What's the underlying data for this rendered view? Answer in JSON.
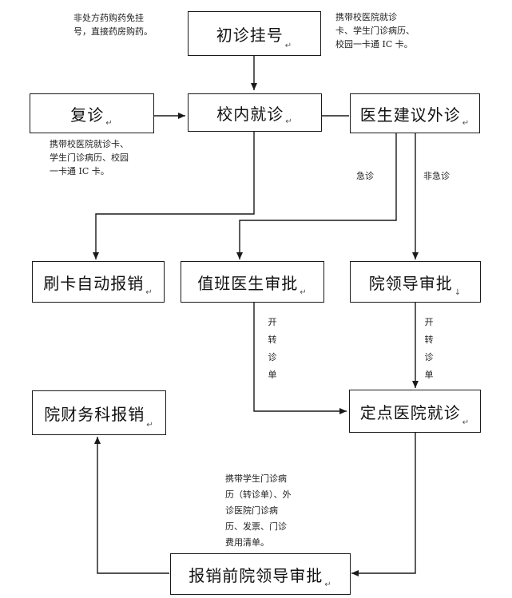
{
  "nodes": {
    "first_visit": "初诊挂号",
    "revisit": "复诊",
    "campus_visit": "校内就诊",
    "doctor_referral": "医生建议外诊",
    "card_reimburse": "刷卡自动报销",
    "duty_doctor_approval": "值班医生审批",
    "leader_approval": "院领导审批",
    "designated_hospital": "定点医院就诊",
    "finance_reimburse": "院财务科报销",
    "pre_reimburse_approval": "报销前院领导审批"
  },
  "notes": {
    "non_prescription": "非处方药购药免挂\n号，直接药房购药。",
    "first_visit_bring": "携带校医院就诊\n卡、学生门诊病历、\n校园一卡通 IC 卡。",
    "revisit_bring": "携带校医院就诊卡、\n学生门诊病历、校园\n一卡通 IC 卡。",
    "emergency": "急诊",
    "non_emergency": "非急诊",
    "referral_left": "开\n转\n诊\n单",
    "referral_right": "开\n转\n诊\n单",
    "final_bring": "携带学生门诊病\n历（转诊单）、外\n诊医院门诊病\n历、发票、门诊\n费用清单。"
  },
  "colors": {
    "line": "#1a1a1a",
    "text": "#111111"
  }
}
